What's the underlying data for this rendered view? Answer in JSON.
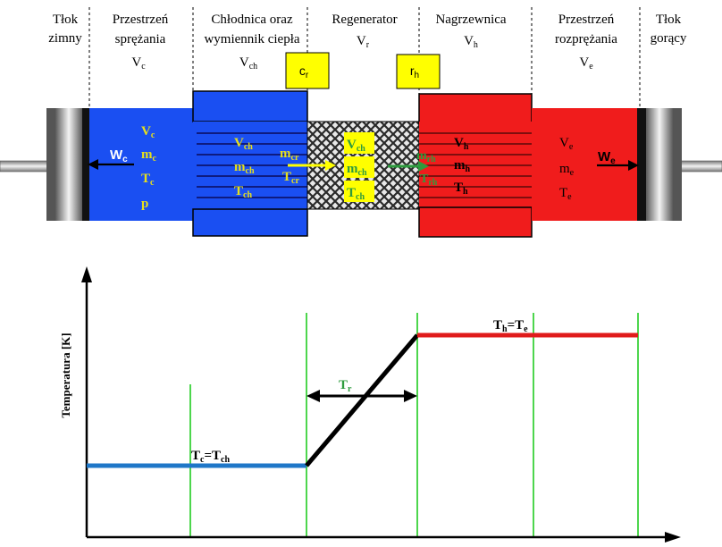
{
  "headers": {
    "cold_piston": [
      "Tłok",
      "zimny"
    ],
    "compression_space": [
      "Przestrzeń",
      "sprężania",
      "V",
      "c"
    ],
    "cooler": [
      "Chłodnica oraz",
      "wymiennik ciepła",
      "V",
      "ch"
    ],
    "regenerator": [
      "Regenerator",
      "V",
      "r"
    ],
    "heater": [
      "Nagrzewnica",
      "V",
      "h"
    ],
    "expansion_space": [
      "Przestrzeń",
      "rozprężania",
      "V",
      "e"
    ],
    "hot_piston": [
      "Tłok",
      "gorący"
    ]
  },
  "boxes": {
    "cr": [
      "c",
      "r"
    ],
    "rh": [
      "r",
      "h"
    ]
  },
  "compression_labels": {
    "v": [
      "V",
      "c"
    ],
    "m": [
      "m",
      "c"
    ],
    "t": [
      "T",
      "c"
    ],
    "p": "p",
    "w": [
      "W",
      "c"
    ]
  },
  "cooler_labels": {
    "v": [
      "V",
      "ch"
    ],
    "m": [
      "m",
      "ch"
    ],
    "t": [
      "T",
      "ch"
    ]
  },
  "flow_cr": {
    "m": [
      "m",
      "cr"
    ],
    "t": [
      "T",
      "cr"
    ]
  },
  "regen_labels": {
    "v": [
      "V",
      "ch"
    ],
    "m": [
      "m",
      "ch"
    ],
    "t": [
      "T",
      "ch"
    ]
  },
  "flow_rh": {
    "m": [
      "m",
      "rh"
    ],
    "t": [
      "T",
      "rh"
    ]
  },
  "heater_labels": {
    "v": [
      "V",
      "h"
    ],
    "m": [
      "m",
      "h"
    ],
    "t": [
      "T",
      "h"
    ]
  },
  "expansion_labels": {
    "v": [
      "V",
      "e"
    ],
    "m": [
      "m",
      "e"
    ],
    "t": [
      "T",
      "e"
    ],
    "w": [
      "W",
      "e"
    ]
  },
  "chart_data": {
    "type": "line",
    "ylabel": "Temperatura [K]",
    "series": [
      {
        "color": "#1f77c8",
        "points": [
          [
            0,
            1
          ],
          [
            2,
            1
          ]
        ]
      },
      {
        "color": "#000000",
        "points": [
          [
            2,
            1
          ],
          [
            3,
            5
          ]
        ]
      },
      {
        "color": "#e01b1b",
        "points": [
          [
            3,
            5
          ],
          [
            5,
            5
          ]
        ]
      }
    ],
    "annotations": {
      "cold": [
        "T",
        "c",
        "=T",
        "ch"
      ],
      "regen": [
        "T",
        "r"
      ],
      "hot": [
        "T",
        "h",
        "=T",
        "e"
      ]
    },
    "colors": {
      "cold": "#1f77c8",
      "hot": "#e01b1b",
      "regen_mark": "#2e9b3e",
      "zone_lines": "#4dd64d",
      "box": "#ffff00"
    }
  }
}
